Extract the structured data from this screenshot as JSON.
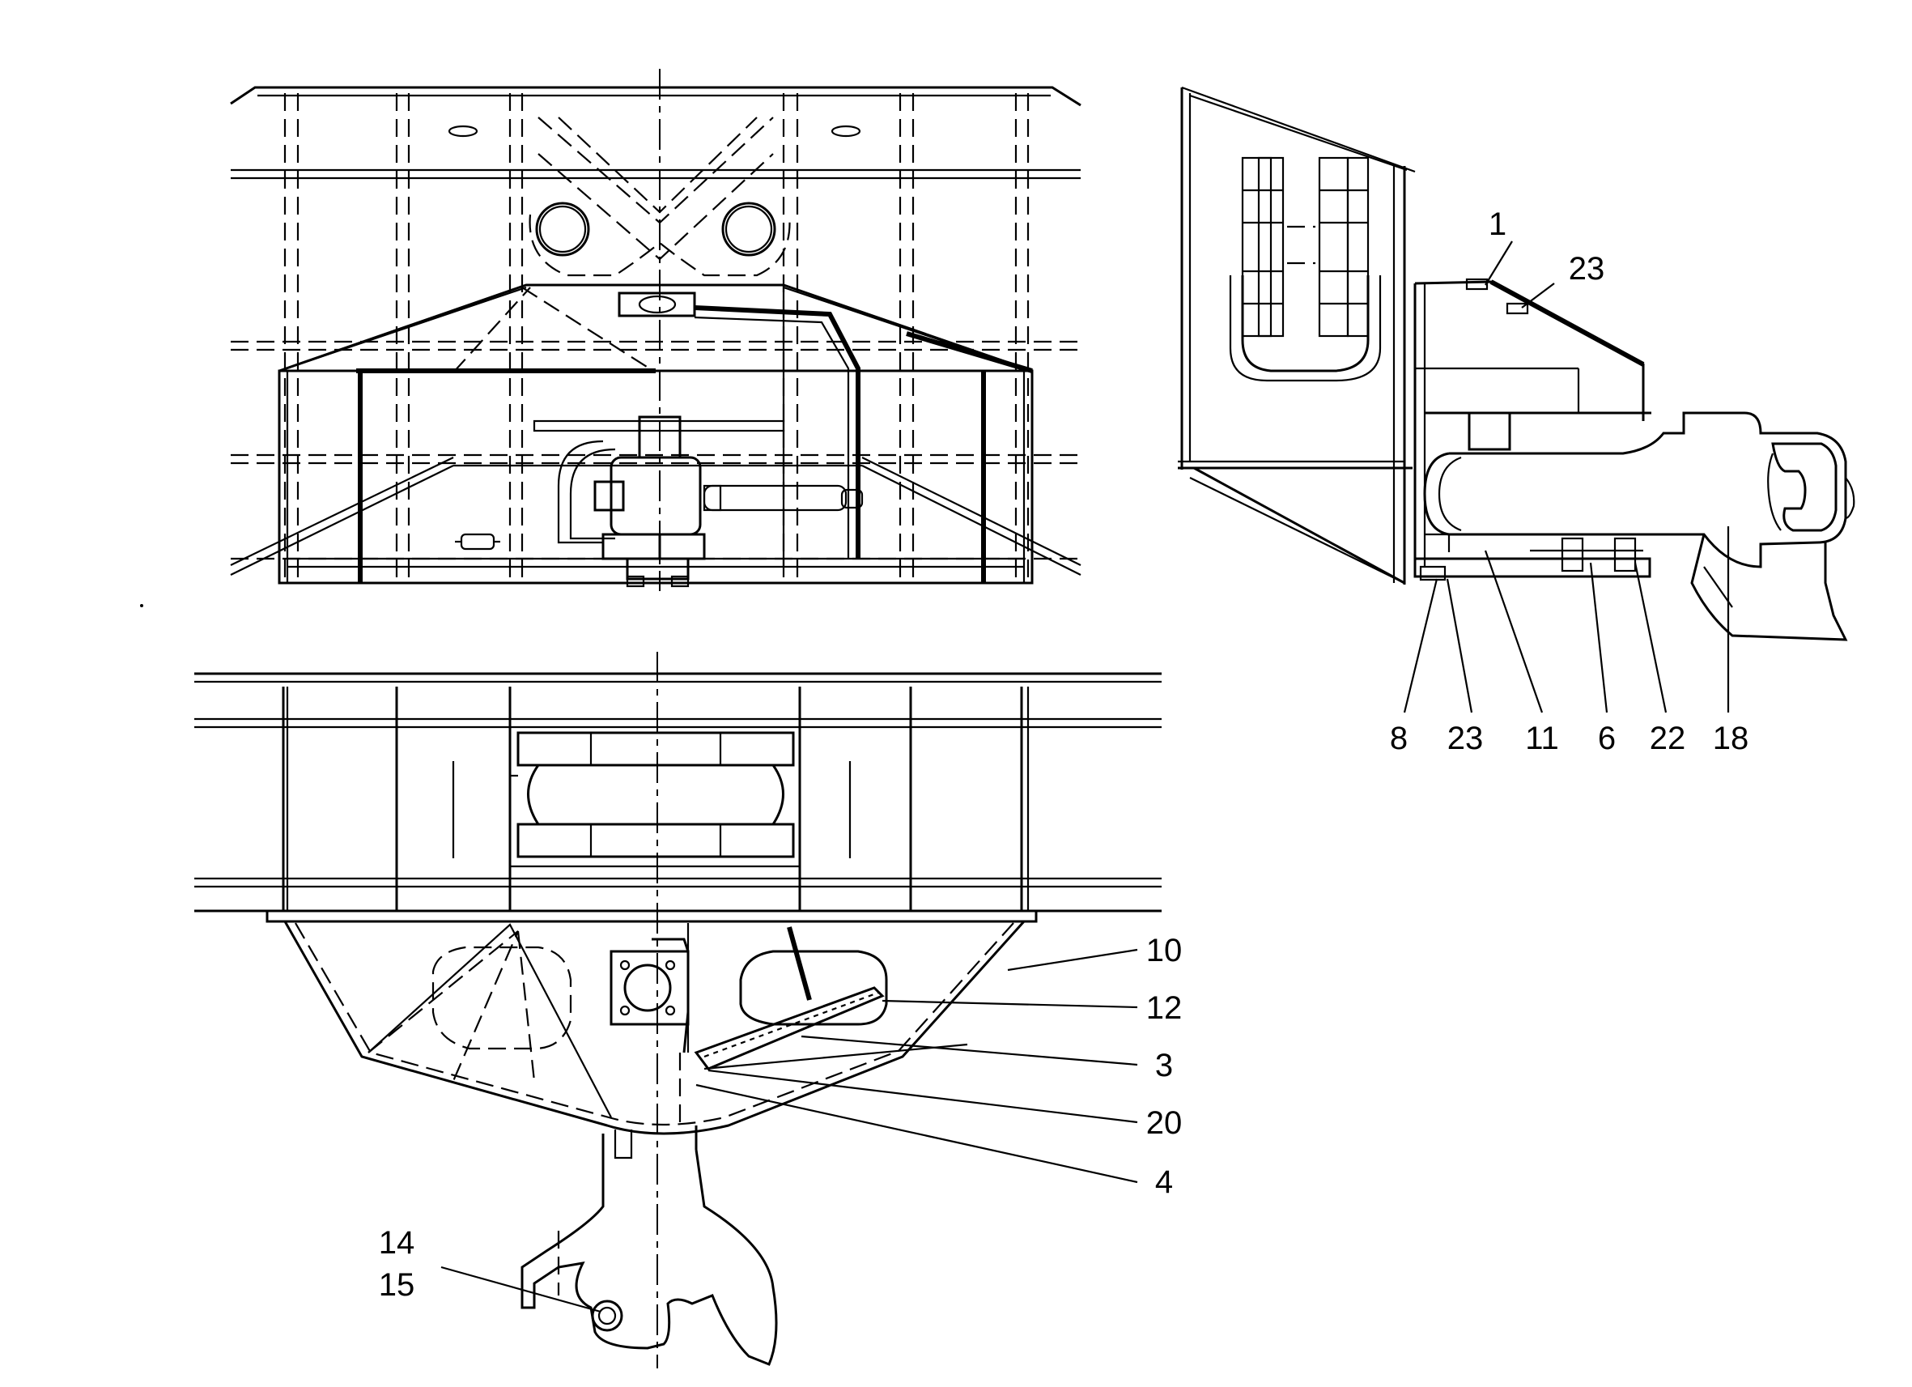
{
  "callouts": {
    "right_view": [
      {
        "id": "r1",
        "text": "1"
      },
      {
        "id": "r23a",
        "text": "23"
      },
      {
        "id": "r8",
        "text": "8"
      },
      {
        "id": "r23b",
        "text": "23"
      },
      {
        "id": "r11",
        "text": "11"
      },
      {
        "id": "r6",
        "text": "6"
      },
      {
        "id": "r22",
        "text": "22"
      },
      {
        "id": "r18",
        "text": "18"
      }
    ],
    "bottom_view": [
      {
        "id": "b10",
        "text": "10"
      },
      {
        "id": "b12",
        "text": "12"
      },
      {
        "id": "b3",
        "text": "3"
      },
      {
        "id": "b20",
        "text": "20"
      },
      {
        "id": "b4",
        "text": "4"
      },
      {
        "id": "b14",
        "text": "14"
      },
      {
        "id": "b15",
        "text": "15"
      }
    ]
  }
}
